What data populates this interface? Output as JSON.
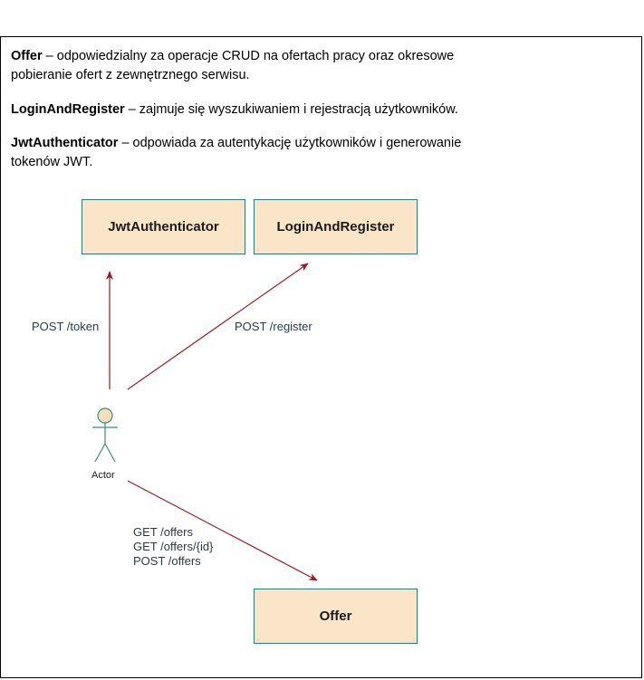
{
  "descriptions": [
    {
      "term": "Offer",
      "text": " – odpowiedzialny za operacje CRUD na ofertach pracy oraz okresowe",
      "text2": "pobieranie ofert z zewnętrznego serwisu."
    },
    {
      "term": "LoginAndRegister",
      "text": " – zajmuje się wyszukiwaniem i rejestracją użytkowników."
    },
    {
      "term": "JwtAuthenticator",
      "text": " – odpowiada za autentykację użytkowników i generowanie",
      "text2": "tokenów JWT."
    }
  ],
  "nodes": {
    "jwt": "JwtAuthenticator",
    "login": "LoginAndRegister",
    "offer": "Offer",
    "actor": "Actor"
  },
  "edges": {
    "token": "POST /token",
    "register": "POST /register",
    "offers_1": "GET /offers",
    "offers_2": "GET /offers/{id}",
    "offers_3": "POST /offers"
  },
  "colors": {
    "box_fill": "#fae5c8",
    "box_border": "#2d7a7a",
    "arrow": "#9b1c1c",
    "actor_fill": "#f3dfb8",
    "actor_stroke": "#3a8a8a"
  }
}
